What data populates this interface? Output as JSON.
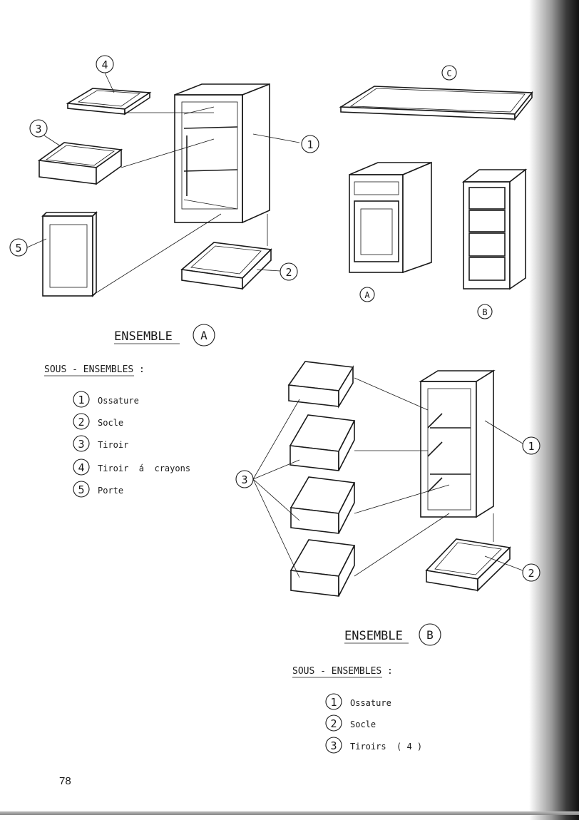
{
  "callouts": {
    "one": "1",
    "two": "2",
    "three": "3",
    "four": "4",
    "five": "5",
    "A": "A",
    "B": "B",
    "C": "C"
  },
  "ensemble_a": {
    "title": "ENSEMBLE",
    "letter": "A",
    "subtitle": "SOUS - ENSEMBLES :",
    "items": [
      {
        "num": "1",
        "label": "Ossature"
      },
      {
        "num": "2",
        "label": "Socle"
      },
      {
        "num": "3",
        "label": "Tiroir"
      },
      {
        "num": "4",
        "label": "Tiroir  á  crayons"
      },
      {
        "num": "5",
        "label": "Porte"
      }
    ]
  },
  "ensemble_b": {
    "title": "ENSEMBLE",
    "letter": "B",
    "subtitle": "SOUS - ENSEMBLES :",
    "items": [
      {
        "num": "1",
        "label": "Ossature"
      },
      {
        "num": "2",
        "label": "Socle"
      },
      {
        "num": "3",
        "label": "Tiroirs  ( 4 )"
      }
    ]
  },
  "page_number": "78"
}
